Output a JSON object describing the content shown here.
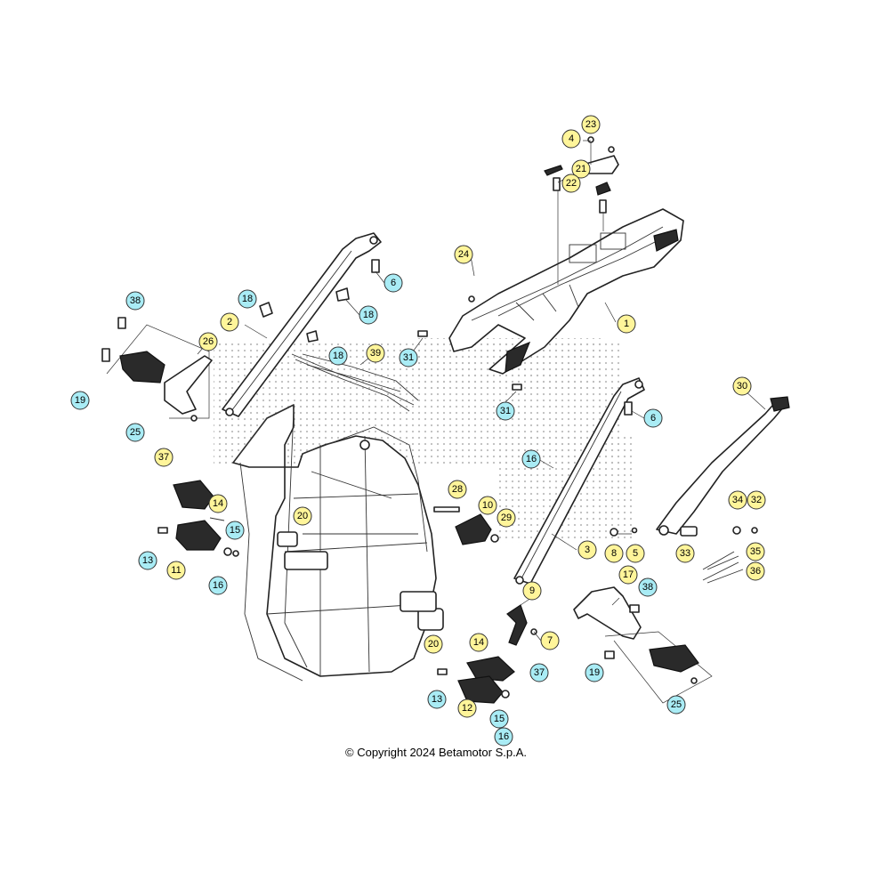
{
  "diagram": {
    "colors": {
      "yellow": "#fff59a",
      "cyan": "#a9ecf5",
      "line": "#222222"
    },
    "callouts": [
      {
        "id": "c23",
        "label": "23",
        "color": "yellow"
      },
      {
        "id": "c4",
        "label": "4",
        "color": "yellow"
      },
      {
        "id": "c21",
        "label": "21",
        "color": "yellow"
      },
      {
        "id": "c22",
        "label": "22",
        "color": "yellow"
      },
      {
        "id": "c24",
        "label": "24",
        "color": "yellow"
      },
      {
        "id": "c1",
        "label": "1",
        "color": "yellow"
      },
      {
        "id": "c6a",
        "label": "6",
        "color": "cyan"
      },
      {
        "id": "c18a",
        "label": "18",
        "color": "cyan"
      },
      {
        "id": "c18b",
        "label": "18",
        "color": "cyan"
      },
      {
        "id": "c18c",
        "label": "18",
        "color": "cyan"
      },
      {
        "id": "c2",
        "label": "2",
        "color": "yellow"
      },
      {
        "id": "c38a",
        "label": "38",
        "color": "cyan"
      },
      {
        "id": "c26",
        "label": "26",
        "color": "yellow"
      },
      {
        "id": "c39",
        "label": "39",
        "color": "yellow"
      },
      {
        "id": "c31a",
        "label": "31",
        "color": "cyan"
      },
      {
        "id": "c31b",
        "label": "31",
        "color": "cyan"
      },
      {
        "id": "c19a",
        "label": "19",
        "color": "cyan"
      },
      {
        "id": "c25a",
        "label": "25",
        "color": "cyan"
      },
      {
        "id": "c30",
        "label": "30",
        "color": "yellow"
      },
      {
        "id": "c6b",
        "label": "6",
        "color": "cyan"
      },
      {
        "id": "c37a",
        "label": "37",
        "color": "yellow"
      },
      {
        "id": "c16a",
        "label": "16",
        "color": "cyan"
      },
      {
        "id": "c28",
        "label": "28",
        "color": "yellow"
      },
      {
        "id": "c14a",
        "label": "14",
        "color": "yellow"
      },
      {
        "id": "c10",
        "label": "10",
        "color": "yellow"
      },
      {
        "id": "c29",
        "label": "29",
        "color": "yellow"
      },
      {
        "id": "c20a",
        "label": "20",
        "color": "yellow"
      },
      {
        "id": "c15a",
        "label": "15",
        "color": "cyan"
      },
      {
        "id": "c34",
        "label": "34",
        "color": "yellow"
      },
      {
        "id": "c32",
        "label": "32",
        "color": "yellow"
      },
      {
        "id": "c13a",
        "label": "13",
        "color": "cyan"
      },
      {
        "id": "c11",
        "label": "11",
        "color": "yellow"
      },
      {
        "id": "c16b",
        "label": "16",
        "color": "cyan"
      },
      {
        "id": "c3",
        "label": "3",
        "color": "yellow"
      },
      {
        "id": "c8",
        "label": "8",
        "color": "yellow"
      },
      {
        "id": "c5",
        "label": "5",
        "color": "yellow"
      },
      {
        "id": "c33",
        "label": "33",
        "color": "yellow"
      },
      {
        "id": "c35",
        "label": "35",
        "color": "yellow"
      },
      {
        "id": "c36",
        "label": "36",
        "color": "yellow"
      },
      {
        "id": "c17",
        "label": "17",
        "color": "yellow"
      },
      {
        "id": "c38b",
        "label": "38",
        "color": "cyan"
      },
      {
        "id": "c9",
        "label": "9",
        "color": "yellow"
      },
      {
        "id": "c7",
        "label": "7",
        "color": "yellow"
      },
      {
        "id": "c20b",
        "label": "20",
        "color": "yellow"
      },
      {
        "id": "c14b",
        "label": "14",
        "color": "yellow"
      },
      {
        "id": "c37b",
        "label": "37",
        "color": "cyan"
      },
      {
        "id": "c19b",
        "label": "19",
        "color": "cyan"
      },
      {
        "id": "c13b",
        "label": "13",
        "color": "cyan"
      },
      {
        "id": "c12",
        "label": "12",
        "color": "yellow"
      },
      {
        "id": "c15b",
        "label": "15",
        "color": "cyan"
      },
      {
        "id": "c16c",
        "label": "16",
        "color": "cyan"
      },
      {
        "id": "c25b",
        "label": "25",
        "color": "cyan"
      }
    ]
  },
  "copyright": "© Copyright 2024 Betamotor S.p.A."
}
